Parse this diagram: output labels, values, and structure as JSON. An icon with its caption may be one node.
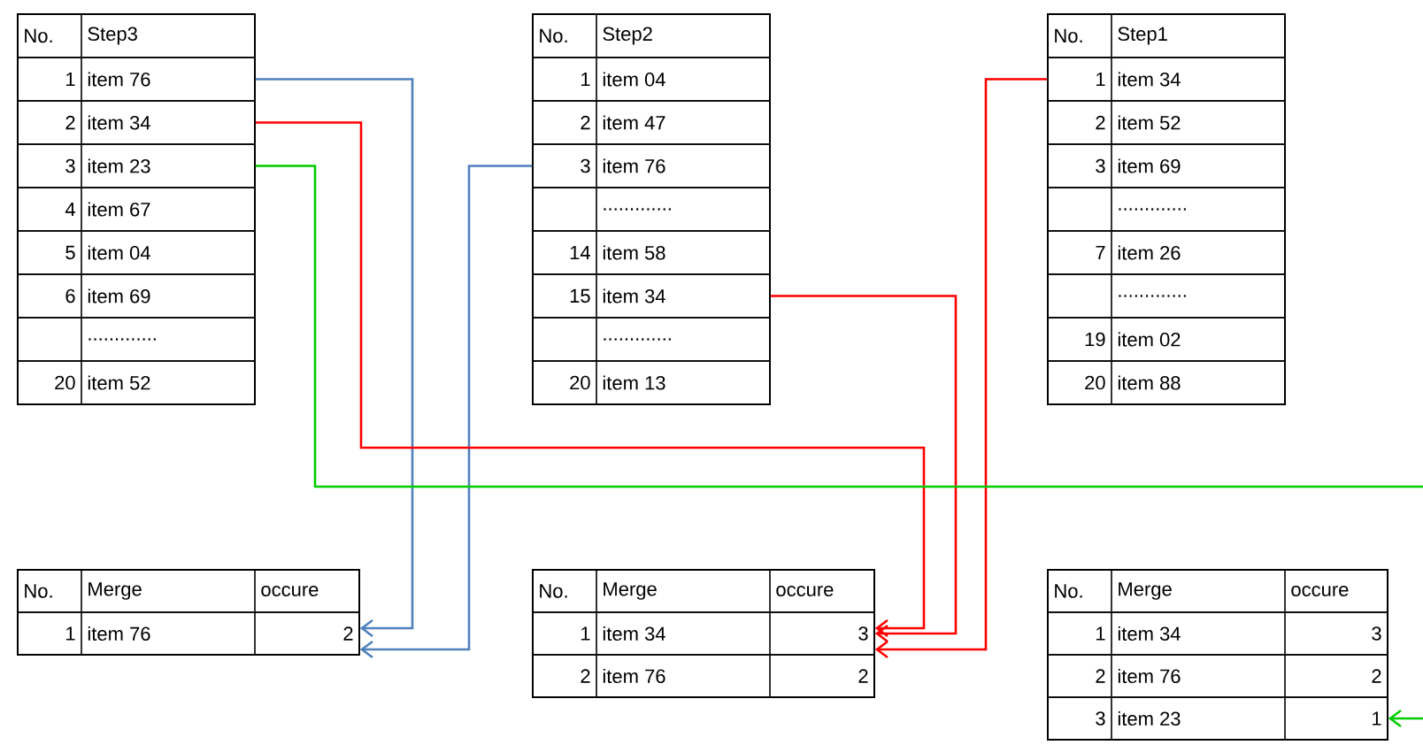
{
  "diagram": {
    "nodes": [
      {
        "text": [],
        "shape": "box"
      },
      {
        "text": [
          "No.",
          "Step3"
        ],
        "in": 0
      },
      {
        "text": [
          "1",
          "item 76"
        ],
        "in": 0
      },
      {
        "text": [
          "2",
          "item 34"
        ],
        "in": 0
      },
      {
        "text": [
          "3",
          "item 23"
        ],
        "in": 0
      },
      {
        "text": [
          "4",
          "item 67"
        ],
        "in": 0
      },
      {
        "text": [
          "5",
          "item 04"
        ],
        "in": 0
      },
      {
        "text": [
          "6",
          "item 69"
        ],
        "in": 0
      },
      {
        "text": [
          "............."
        ],
        "in": 0
      },
      {
        "text": [
          "20",
          "item 52"
        ],
        "in": 0
      },
      {
        "text": [],
        "shape": "box"
      },
      {
        "text": [
          "No.",
          "Step2"
        ],
        "in": 10
      },
      {
        "text": [
          "1",
          "item 04"
        ],
        "in": 10
      },
      {
        "text": [
          "2",
          "item 47"
        ],
        "in": 10
      },
      {
        "text": [
          "3",
          "item 76"
        ],
        "in": 10
      },
      {
        "text": [
          "............."
        ],
        "in": 10
      },
      {
        "text": [
          "14",
          "item 58"
        ],
        "in": 10
      },
      {
        "text": [
          "15",
          "item 34"
        ],
        "in": 10
      },
      {
        "text": [
          "............."
        ],
        "in": 10
      },
      {
        "text": [
          "20",
          "item 13"
        ],
        "in": 10
      },
      {
        "text": [],
        "shape": "box"
      },
      {
        "text": [
          "No.",
          "Step1"
        ],
        "in": 20
      },
      {
        "text": [
          "1",
          "item 34"
        ],
        "in": 20
      },
      {
        "text": [
          "2",
          "item 52"
        ],
        "in": 20
      },
      {
        "text": [
          "3",
          "item 69"
        ],
        "in": 20
      },
      {
        "text": [
          "............."
        ],
        "in": 20
      },
      {
        "text": [
          "7",
          "item 26"
        ],
        "in": 20
      },
      {
        "text": [
          "............."
        ],
        "in": 20
      },
      {
        "text": [
          "19",
          "item 02"
        ],
        "in": 20
      },
      {
        "text": [
          "20",
          "item 88"
        ],
        "in": 20
      },
      {
        "text": [],
        "shape": "box"
      },
      {
        "text": [
          "No.",
          "Merge",
          "occure"
        ],
        "in": 30
      },
      {
        "text": [
          "1",
          "item 76",
          "2"
        ],
        "in": 30
      },
      {
        "text": [],
        "shape": "box"
      },
      {
        "text": [
          "No.",
          "Merge",
          "occure"
        ],
        "in": 33
      },
      {
        "text": [
          "1",
          "item 34",
          "3"
        ],
        "in": 33
      },
      {
        "text": [
          "2",
          "item 76",
          "2"
        ],
        "in": 33
      },
      {
        "text": [],
        "shape": "box"
      },
      {
        "text": [
          "No.",
          "Merge",
          "occure"
        ],
        "in": 37
      },
      {
        "text": [
          "1",
          "item 34",
          "3"
        ],
        "in": 37
      },
      {
        "text": [
          "2",
          "item 76",
          "2"
        ],
        "in": 37
      },
      {
        "text": [
          "3",
          "item 23",
          "1"
        ],
        "in": 37
      }
    ],
    "edges": [
      {
        "from": 2,
        "to": 32,
        "arrow": "to",
        "color": "#4f81bd"
      },
      {
        "from": 14,
        "to": 32,
        "arrow": "to",
        "color": "#4f81bd"
      },
      {
        "from": 3,
        "to": 35,
        "arrow": "to",
        "color": "#ff0000"
      },
      {
        "from": 17,
        "to": 35,
        "arrow": "to",
        "color": "#ff0000"
      },
      {
        "from": 22,
        "to": 35,
        "arrow": "to",
        "color": "#ff0000"
      },
      {
        "from": 4,
        "to": null,
        "arrow": "none",
        "color": "#00cc00"
      },
      {
        "from": null,
        "to": 41,
        "arrow": "to",
        "color": "#00cc00"
      }
    ]
  }
}
